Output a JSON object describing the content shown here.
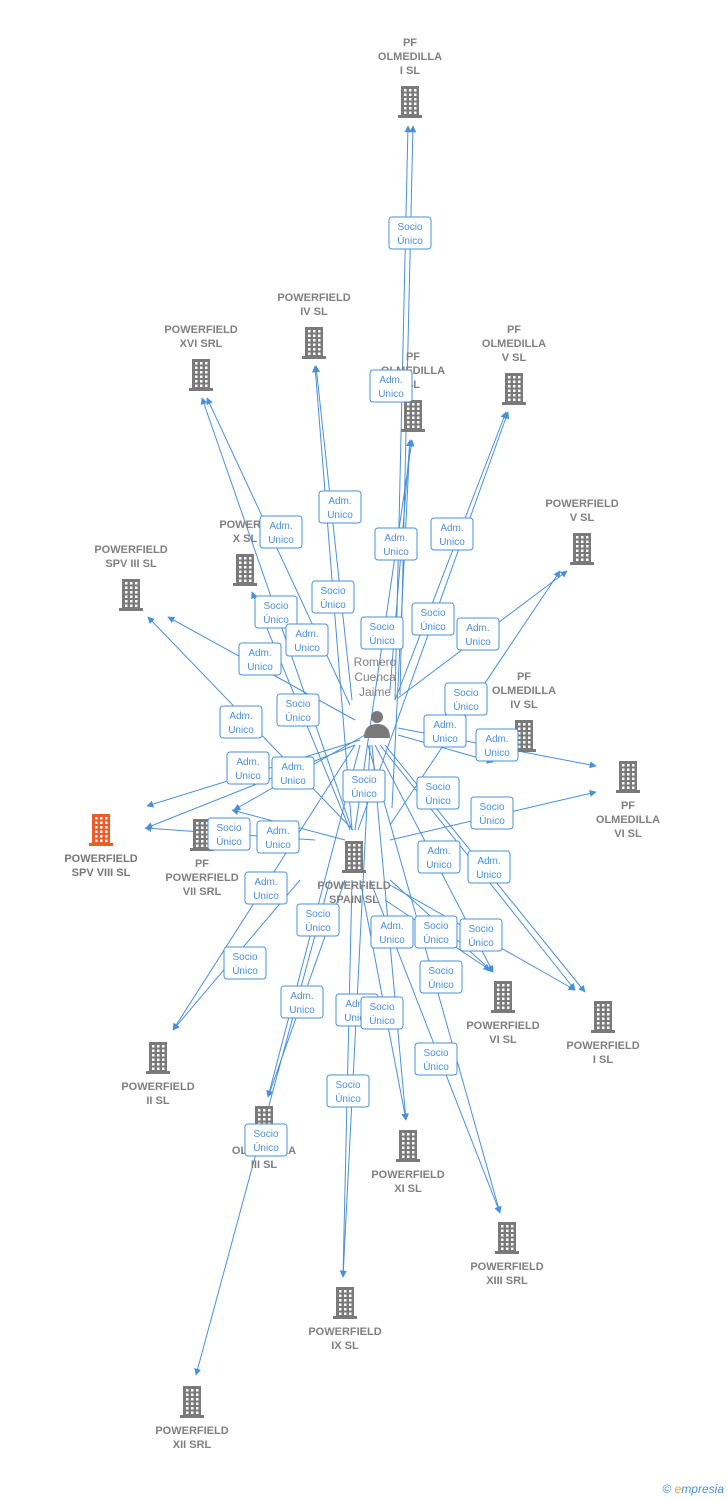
{
  "colors": {
    "edge": "#4a90d9",
    "node": "#7a7a7a",
    "highlight": "#f05a2a"
  },
  "person": {
    "id": "person",
    "label": [
      "Romero",
      "Cuenca",
      "Jaime"
    ],
    "icon": "person-icon"
  },
  "nodes": [
    {
      "id": "olm1",
      "label": [
        "PF",
        "OLMEDILLA",
        "I  SL"
      ]
    },
    {
      "id": "pow4",
      "label": [
        "POWERFIELD",
        "IV  SL"
      ]
    },
    {
      "id": "pow16",
      "label": [
        "POWERFIELD",
        "XVI SRL"
      ]
    },
    {
      "id": "olm5",
      "label": [
        "PF",
        "OLMEDILLA",
        "V  SL"
      ]
    },
    {
      "id": "olm3",
      "label": [
        "PF",
        "OLMEDILLA",
        "SL"
      ]
    },
    {
      "id": "pow5",
      "label": [
        "POWERFIELD",
        "V  SL"
      ]
    },
    {
      "id": "pow10",
      "label": [
        "POWERFI",
        "X  SL"
      ]
    },
    {
      "id": "spv3",
      "label": [
        "POWERFIELD",
        "SPV III  SL"
      ]
    },
    {
      "id": "olm4",
      "label": [
        "PF",
        "OLMEDILLA",
        "IV  SL"
      ]
    },
    {
      "id": "olm6",
      "label": [
        "PF",
        "OLMEDILLA",
        "VI  SL"
      ]
    },
    {
      "id": "spv8",
      "label": [
        "POWERFIELD",
        "SPV VIII  SL"
      ],
      "highlight": true
    },
    {
      "id": "pow7",
      "label": [
        "PF",
        "POWERFIELD",
        "VII SRL"
      ]
    },
    {
      "id": "spain",
      "label": [
        "POWERFIELD",
        "SPAIN  SL"
      ]
    },
    {
      "id": "pow6",
      "label": [
        "POWERFIELD",
        "VI  SL"
      ]
    },
    {
      "id": "pow1",
      "label": [
        "POWERFIELD",
        "I  SL"
      ]
    },
    {
      "id": "pow2",
      "label": [
        "POWERFIELD",
        "II  SL"
      ]
    },
    {
      "id": "olm3b",
      "label": [
        "OLMEDILLA",
        "III  SL"
      ]
    },
    {
      "id": "pow11",
      "label": [
        "POWERFIELD",
        "XI  SL"
      ]
    },
    {
      "id": "pow13",
      "label": [
        "POWERFIELD",
        "XIII SRL"
      ]
    },
    {
      "id": "pow9",
      "label": [
        "POWERFIELD",
        "IX  SL"
      ]
    },
    {
      "id": "pow12",
      "label": [
        "POWERFIELD",
        "XII SRL"
      ]
    }
  ],
  "edge_labels": [
    [
      "Socio",
      "Único"
    ],
    [
      "Adm.",
      "Unico"
    ],
    [
      "Adm.",
      "Unico"
    ],
    [
      "Adm.",
      "Unico"
    ],
    [
      "Adm.",
      "Unico"
    ],
    [
      "Adm.",
      "Unico"
    ],
    [
      "Socio",
      "Único"
    ],
    [
      "Socio",
      "Único"
    ],
    [
      "Adm.",
      "Unico"
    ],
    [
      "Socio",
      "Único"
    ],
    [
      "Socio",
      "Único"
    ],
    [
      "Adm.",
      "Unico"
    ],
    [
      "Adm.",
      "Unico"
    ],
    [
      "Socio",
      "Único"
    ],
    [
      "Socio",
      "Único"
    ],
    [
      "Adm.",
      "Unico"
    ],
    [
      "Adm.",
      "Unico"
    ],
    [
      "Adm.",
      "Unico"
    ],
    [
      "Adm.",
      "Unico"
    ],
    [
      "Adm.",
      "Unico"
    ],
    [
      "Socio",
      "Único"
    ],
    [
      "Socio",
      "Único"
    ],
    [
      "Socio",
      "Único"
    ],
    [
      "Socio",
      "Único"
    ],
    [
      "Adm.",
      "Unico"
    ],
    [
      "Adm.",
      "Unico"
    ],
    [
      "Adm.",
      "Unico"
    ],
    [
      "Adm.",
      "Unico"
    ],
    [
      "Socio",
      "Único"
    ],
    [
      "Adm.",
      "Unico"
    ],
    [
      "Socio",
      "Único"
    ],
    [
      "Socio",
      "Único"
    ],
    [
      "Socio",
      "Único"
    ],
    [
      "Adm.",
      "Unico"
    ],
    [
      "Adm.",
      "Unico"
    ],
    [
      "Socio",
      "Único"
    ],
    [
      "Socio",
      "Único"
    ],
    [
      "Socio",
      "Único"
    ],
    [
      "Socio",
      "Único"
    ],
    [
      "Socio",
      "Único"
    ],
    [
      "Adm.",
      "Unico"
    ],
    [
      "Socio",
      "Único"
    ]
  ],
  "footer": {
    "copyright": "©",
    "brand_e": "e",
    "brand_rest": "mpresia"
  }
}
